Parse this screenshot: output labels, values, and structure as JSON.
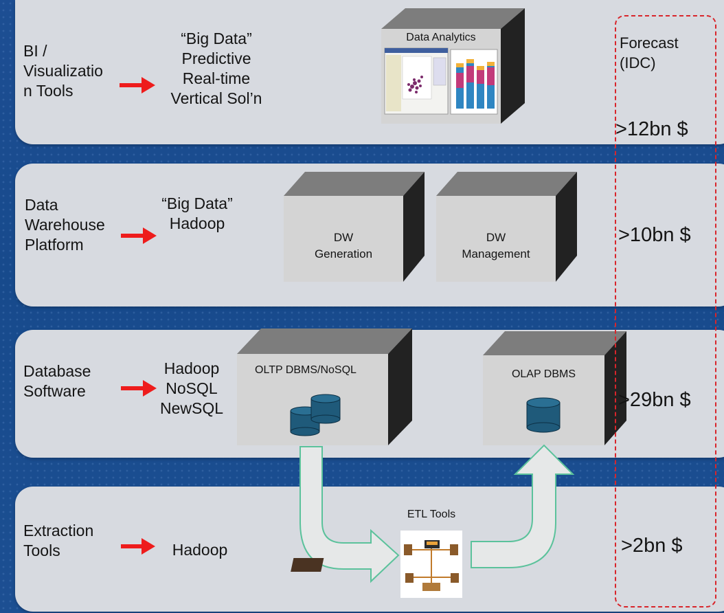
{
  "colors": {
    "background": "#1a4c8f",
    "band": "#d7dae0",
    "arrow": "#ee1c1c",
    "forecast_border": "#d8252b",
    "etl_arrow": "#5bc29b",
    "db_cylinder": "#1f5a7a"
  },
  "forecast": {
    "header_line1": "Forecast",
    "header_line2": "(IDC)"
  },
  "rows": [
    {
      "label_lines": [
        "BI /",
        "Visualizatio",
        "n Tools"
      ],
      "keywords": [
        "“Big Data”",
        "Predictive",
        "Real-time",
        "Vertical Sol’n"
      ],
      "value": ">12bn $"
    },
    {
      "label_lines": [
        "Data",
        "Warehouse",
        "Platform"
      ],
      "keywords": [
        "“Big Data”",
        "Hadoop"
      ],
      "value": ">10bn $"
    },
    {
      "label_lines": [
        "Database",
        "Software"
      ],
      "keywords": [
        "Hadoop",
        "NoSQL",
        "NewSQL"
      ],
      "value": ">29bn $"
    },
    {
      "label_lines": [
        "Extraction",
        "Tools"
      ],
      "keywords": [
        "Hadoop"
      ],
      "value": ">2bn $"
    }
  ],
  "boxes": {
    "analytics": "Data Analytics",
    "dw_generation": [
      "DW",
      "Generation"
    ],
    "dw_management": [
      "DW",
      "Management"
    ],
    "oltp": "OLTP DBMS/NoSQL",
    "olap": "OLAP DBMS",
    "etl": "ETL Tools"
  }
}
